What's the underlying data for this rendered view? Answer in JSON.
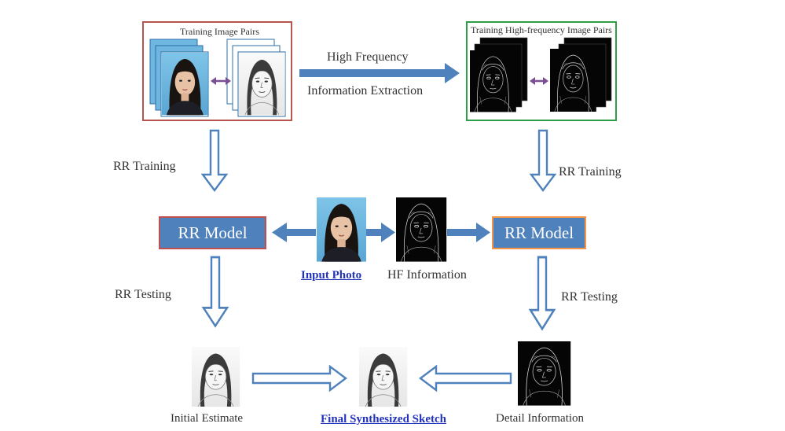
{
  "top_left_box": {
    "title": "Training Image Pairs"
  },
  "top_right_box": {
    "title": "Training High-frequency Image Pairs"
  },
  "top_arrow": {
    "line1": "High Frequency",
    "line2": "Information Extraction"
  },
  "left_column": {
    "training_label": "RR Training",
    "testing_label": "RR Testing"
  },
  "right_column": {
    "training_label": "RR Training",
    "testing_label": "RR Testing"
  },
  "left_model": {
    "label": "RR Model"
  },
  "right_model": {
    "label": "RR Model"
  },
  "input_photo": {
    "label": "Input Photo"
  },
  "hf_info": {
    "label": "HF Information"
  },
  "outputs": {
    "initial": "Initial Estimate",
    "final": "Final Synthesized Sketch",
    "detail": "Detail Information"
  },
  "colors": {
    "model_fill": "#4f81bd",
    "left_model_border": "#c0504d",
    "right_model_border": "#f79646",
    "left_box_border": "#b85450",
    "right_box_border": "#2e9e48",
    "arrow_fill": "#4f81bd",
    "pair_arrow": "#7b4f93"
  }
}
